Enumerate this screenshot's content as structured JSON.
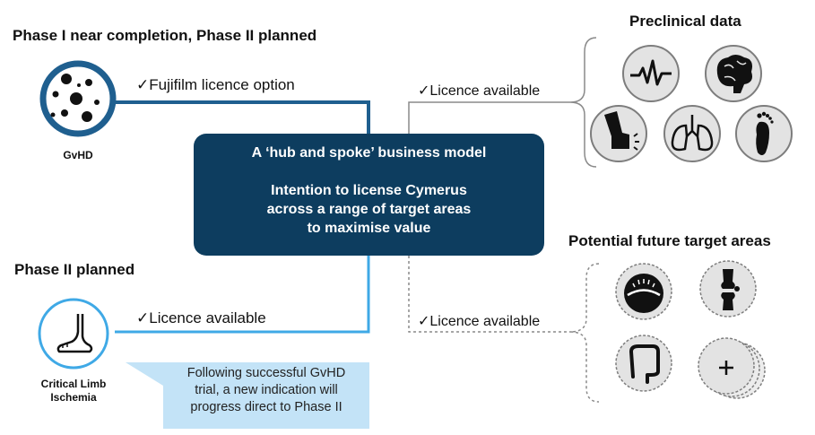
{
  "gvhd": {
    "heading": "Phase I near completion, Phase II planned",
    "label": "GvHD",
    "licence": "✓Fujifilm licence option"
  },
  "cli": {
    "heading": "Phase II planned",
    "label_line1": "Critical Limb",
    "label_line2": "Ischemia",
    "licence": "✓Licence available"
  },
  "hub": {
    "title": "A ‘hub and spoke’ business model",
    "line1": "Intention to license Cymerus",
    "line2": "across a range of target areas",
    "line3": "to maximise value"
  },
  "callout": {
    "line1": "Following successful GvHD",
    "line2": "trial, a new indication will",
    "line3": "progress direct to Phase II"
  },
  "preclinical": {
    "heading": "Preclinical data",
    "licence": "✓Licence available",
    "icons": [
      "heartbeat-icon",
      "brain-icon",
      "inhaler-icon",
      "lungs-icon",
      "foot-icon"
    ]
  },
  "future": {
    "heading": "Potential future target areas",
    "licence": "✓Licence available",
    "icons": [
      "skin-icon",
      "knee-joint-icon",
      "intestine-icon",
      "plus-icon"
    ]
  },
  "colors": {
    "hub": "#0d3d5f",
    "gvhd_connector": "#1f5f8f",
    "cli_connector": "#3fa9e6",
    "callout": "#c3e3f7"
  }
}
